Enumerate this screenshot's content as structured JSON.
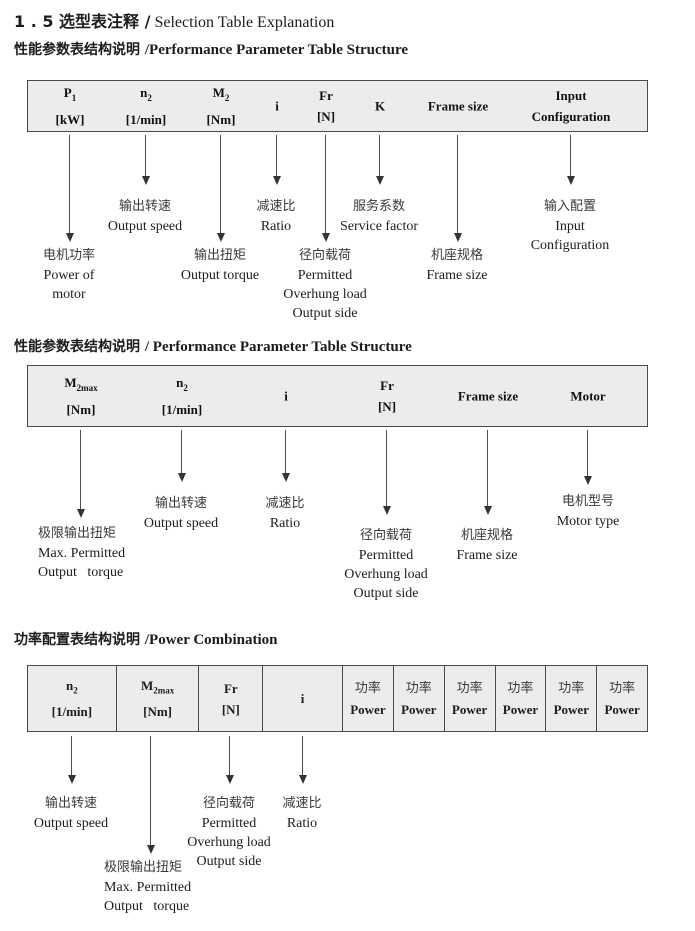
{
  "page": {
    "title_cn": "1 . 5 选型表注释 /",
    "title_en": " Selection Table Explanation"
  },
  "colors": {
    "table_fill": "#ececec",
    "table_border": "#4a4a4a",
    "arrow": "#4d4d4d",
    "text": "#1c1c1c"
  },
  "sections": [
    {
      "heading_cn": "性能参数表结构说明 ",
      "heading_en": "/Performance Parameter Table Structure",
      "table": {
        "columns": [
          {
            "base": "P",
            "sub": "1",
            "unit": "[kW]"
          },
          {
            "base": "n",
            "sub": "2",
            "unit": "[1/min]"
          },
          {
            "base": "M",
            "sub": "2",
            "unit": "[Nm]"
          },
          {
            "base": "i"
          },
          {
            "base": "Fr",
            "unit": "[N]"
          },
          {
            "base": "K"
          },
          {
            "base": "Frame size"
          },
          {
            "base": "Input",
            "unit": "Configuration"
          }
        ]
      },
      "labels": {
        "power_of_motor": {
          "cn": "电机功率",
          "en1": "Power of",
          "en2": "motor"
        },
        "output_speed": {
          "cn": "输出转速",
          "en1": "Output speed"
        },
        "output_torque": {
          "cn": "输出扭矩",
          "en1": "Output torque"
        },
        "ratio": {
          "cn": "减速比",
          "en1": "Ratio"
        },
        "overhung": {
          "cn": "径向载荷",
          "en1": "Permitted",
          "en2": "Overhung load",
          "en3": "Output side"
        },
        "service_factor": {
          "cn": "服务系数",
          "en1": "Service factor"
        },
        "frame_size": {
          "cn": "机座规格",
          "en1": "Frame size"
        },
        "input_config": {
          "cn": "输入配置",
          "en1": "Input",
          "en2": "Configuration"
        }
      }
    },
    {
      "heading_cn": "性能参数表结构说明 ",
      "heading_en": "/ Performance Parameter Table Structure",
      "table": {
        "columns": [
          {
            "base": "M",
            "sub": "2max",
            "unit": "[Nm]"
          },
          {
            "base": "n",
            "sub": "2",
            "unit": "[1/min]"
          },
          {
            "base": "i"
          },
          {
            "base": "Fr",
            "unit": "[N]"
          },
          {
            "base": "Frame size"
          },
          {
            "base": "Motor"
          }
        ]
      },
      "labels": {
        "max_output_torque": {
          "cn": "极限输出扭矩",
          "en1": "Max. Permitted",
          "en2": "Output   torque"
        },
        "output_speed": {
          "cn": "输出转速",
          "en1": "Output speed"
        },
        "ratio": {
          "cn": "减速比",
          "en1": "Ratio"
        },
        "overhung": {
          "cn": "径向载荷",
          "en1": "Permitted",
          "en2": "Overhung load",
          "en3": "Output side"
        },
        "frame_size": {
          "cn": "机座规格",
          "en1": "Frame size"
        },
        "motor_type": {
          "cn": "电机型号",
          "en1": "Motor type"
        }
      }
    },
    {
      "heading_cn": "功率配置表结构说明 ",
      "heading_en": "/Power Combination",
      "table": {
        "columns": [
          {
            "base": "n",
            "sub": "2",
            "unit": "[1/min]"
          },
          {
            "base": "M",
            "sub": "2max",
            "unit": "[Nm]"
          },
          {
            "base": "Fr",
            "unit": "[N]"
          },
          {
            "base": "i"
          }
        ],
        "power_column": {
          "cn": "功率",
          "en": "Power"
        },
        "power_column_count": 6
      },
      "labels": {
        "output_speed": {
          "cn": "输出转速",
          "en1": "Output speed"
        },
        "max_output_torque": {
          "cn": "极限输出扭矩",
          "en1": "Max. Permitted",
          "en2": "Output   torque"
        },
        "overhung": {
          "cn": "径向载荷",
          "en1": "Permitted",
          "en2": "Overhung load",
          "en3": "Output side"
        },
        "ratio": {
          "cn": "减速比",
          "en1": "Ratio"
        }
      }
    }
  ]
}
